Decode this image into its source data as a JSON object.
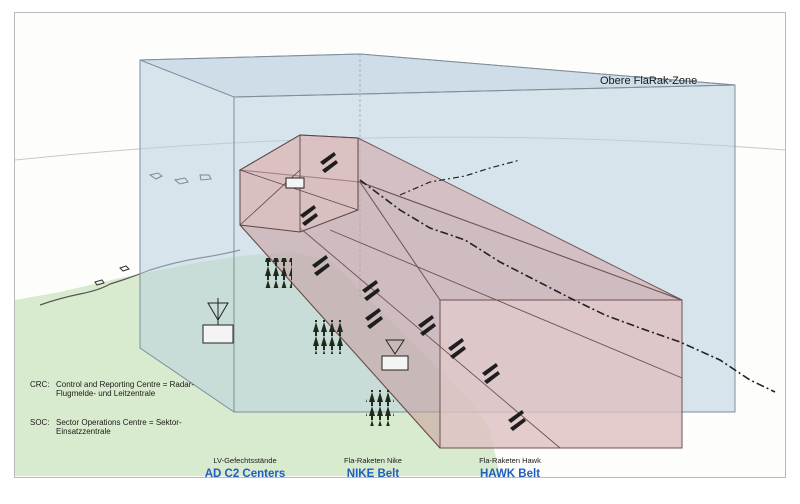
{
  "zone_label": "Obere FlaRak-Zone",
  "legend": [
    {
      "abbr": "CRC:",
      "text": "Control and Reporting Centre = Radar-Flugmelde- und Leitzentrale"
    },
    {
      "abbr": "SOC:",
      "text": "Sector Operations Centre = Sektor-Einsatzzentrale"
    }
  ],
  "captions": [
    {
      "de": "LV-Gefechtsstände",
      "en": "AD C2 Centers"
    },
    {
      "de": "Fla-Raketen Nike",
      "en": "NIKE Belt"
    },
    {
      "de": "Fla-Raketen Hawk",
      "en": "HAWK Belt"
    }
  ],
  "colors": {
    "sky_zone": "#b9cfe0",
    "belt_zone": "#c99a9d",
    "land": "#d9ebcf",
    "border_line": "#222222",
    "caption_en": "#1f5fbf"
  }
}
